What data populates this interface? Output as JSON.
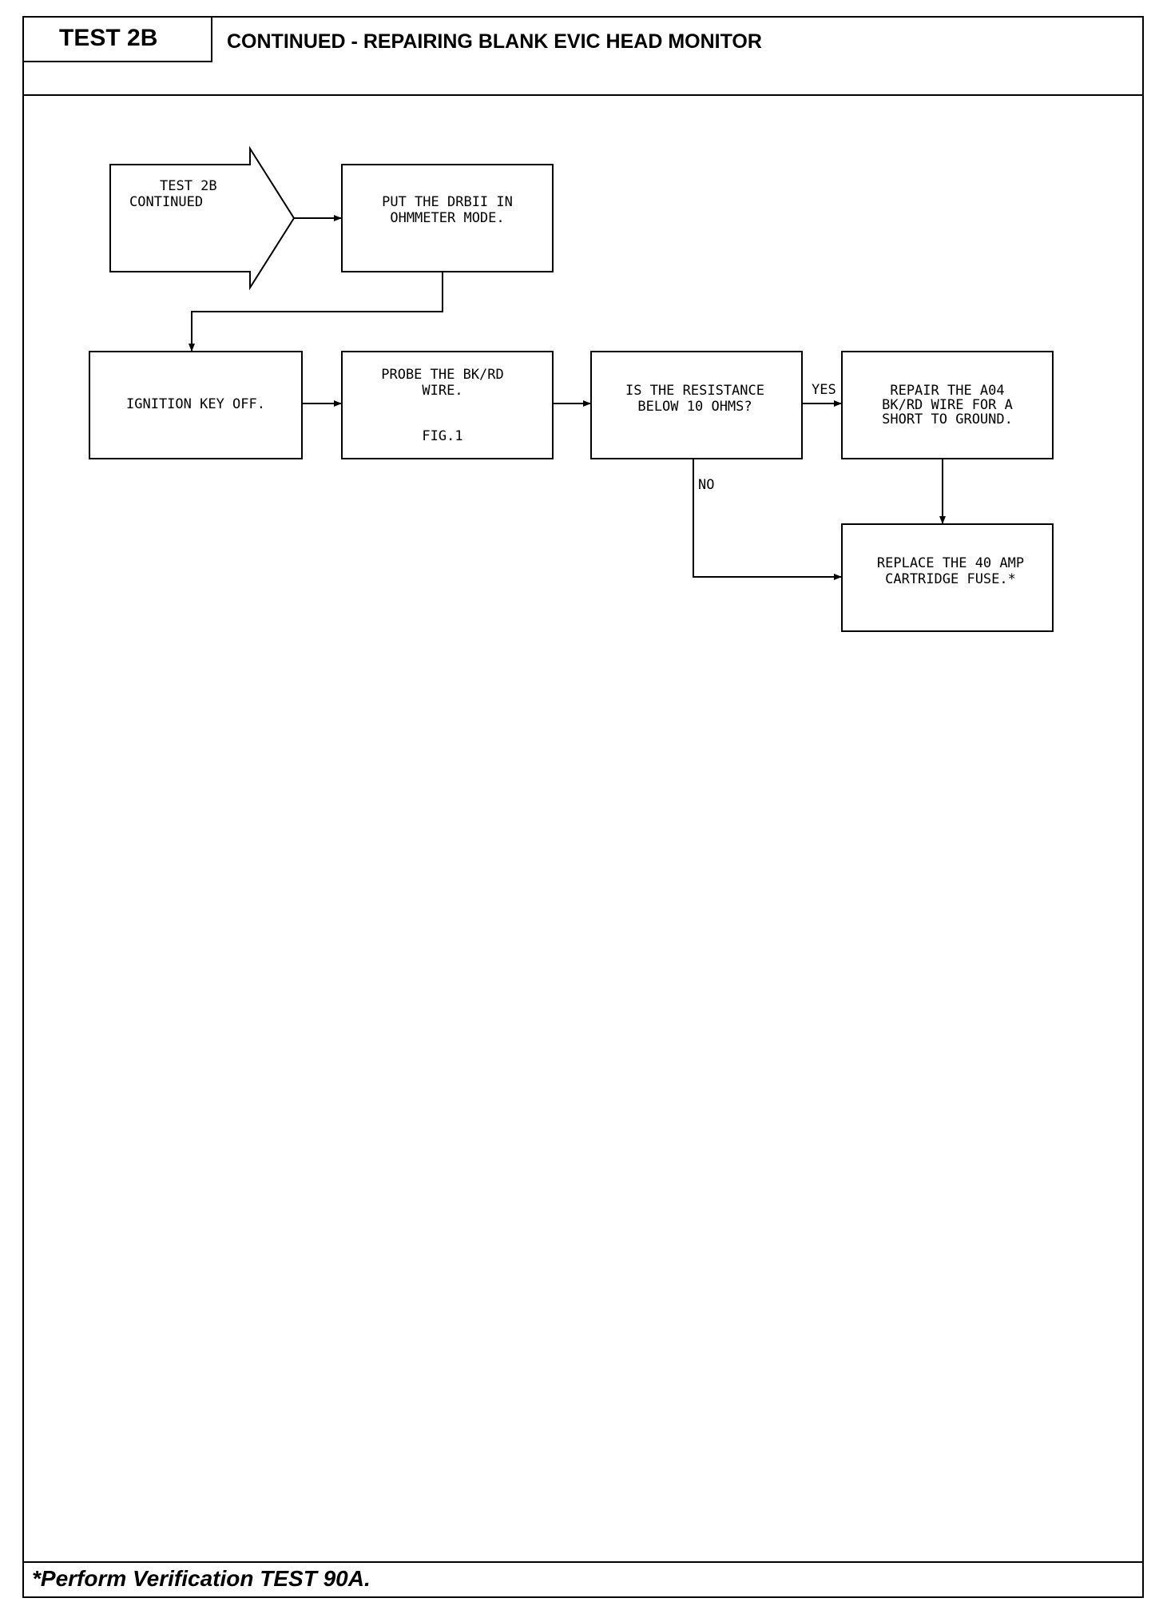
{
  "header": {
    "test_label": "TEST 2B",
    "title": "CONTINUED - REPAIRING BLANK EVIC HEAD MONITOR"
  },
  "flowchart": {
    "entry": {
      "line1": "TEST 2B",
      "line2": "CONTINUED"
    },
    "step_drbii": {
      "line1": "PUT THE DRBII IN",
      "line2": "OHMMETER MODE."
    },
    "step_ignition": {
      "line1": "IGNITION KEY OFF."
    },
    "step_probe": {
      "line1": "PROBE THE BK/RD",
      "line2": "WIRE.",
      "fig": "FIG.1"
    },
    "decision_resistance": {
      "line1": "IS THE RESISTANCE",
      "line2": "BELOW 10 OHMS?"
    },
    "label_yes": "YES",
    "label_no": "NO",
    "step_repair": {
      "line1": "REPAIR THE A04",
      "line2": "BK/RD WIRE FOR A",
      "line3": "SHORT TO GROUND."
    },
    "step_replace": {
      "line1": "REPLACE THE 40 AMP",
      "line2": "CARTRIDGE FUSE.*"
    }
  },
  "footer": {
    "note": "*Perform Verification TEST 90A."
  }
}
